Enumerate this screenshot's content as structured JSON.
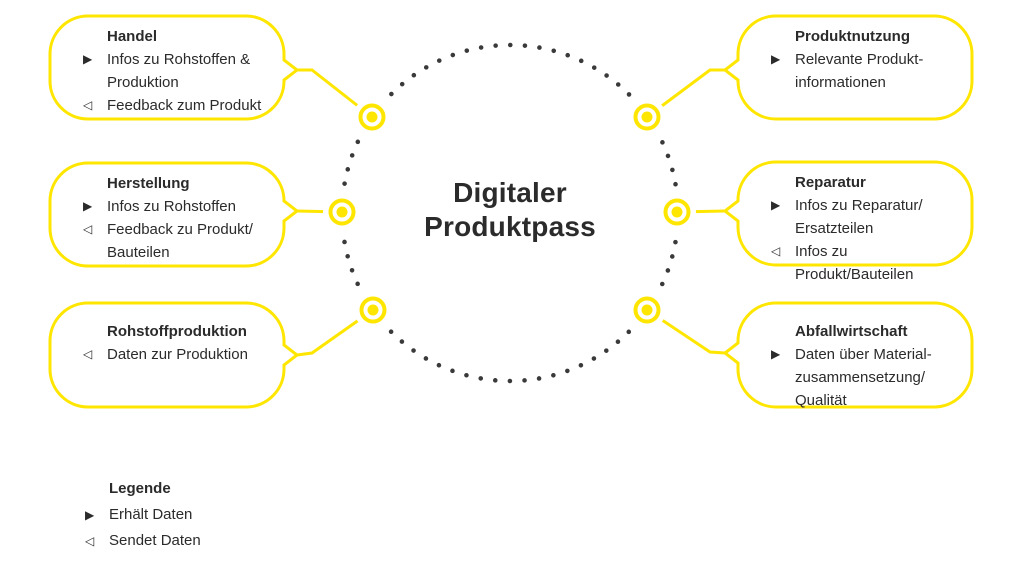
{
  "colors": {
    "accent_yellow": "#FFE600",
    "ink": "#2B2B2B",
    "dot_gray": "#3A3A3A"
  },
  "center": {
    "title": "Digitaler\nProduktpass"
  },
  "bubbles": [
    {
      "id": "handel",
      "title": "Handel",
      "items": [
        {
          "marker": "▶",
          "text": "Infos zu Rohstoffen &\nProduktion"
        },
        {
          "marker": "◁",
          "text": "Feedback zum Produkt"
        }
      ]
    },
    {
      "id": "herstellung",
      "title": "Herstellung",
      "items": [
        {
          "marker": "▶",
          "text": "Infos zu Rohstoffen"
        },
        {
          "marker": "◁",
          "text": "Feedback zu Produkt/\nBauteilen"
        }
      ]
    },
    {
      "id": "rohstoffproduktion",
      "title": "Rohstoffproduktion",
      "items": [
        {
          "marker": "◁",
          "text": "Daten zur Produktion"
        }
      ]
    },
    {
      "id": "produktnutzung",
      "title": "Produktnutzung",
      "items": [
        {
          "marker": "▶",
          "text": "Relevante Produkt-\ninformationen"
        }
      ]
    },
    {
      "id": "reparatur",
      "title": "Reparatur",
      "items": [
        {
          "marker": "▶",
          "text": "Infos zu Reparatur/\nErsatzteilen"
        },
        {
          "marker": "◁",
          "text": "Infos zu Produkt/Bauteilen"
        }
      ]
    },
    {
      "id": "abfallwirtschaft",
      "title": "Abfallwirtschaft",
      "items": [
        {
          "marker": "▶",
          "text": "Daten über Material-\nzusammensetzung/\nQualität"
        }
      ]
    }
  ],
  "legend": {
    "title": "Legende",
    "items": [
      {
        "marker": "▶",
        "label": "Erhält Daten"
      },
      {
        "marker": "◁",
        "label": "Sendet Daten"
      }
    ]
  }
}
